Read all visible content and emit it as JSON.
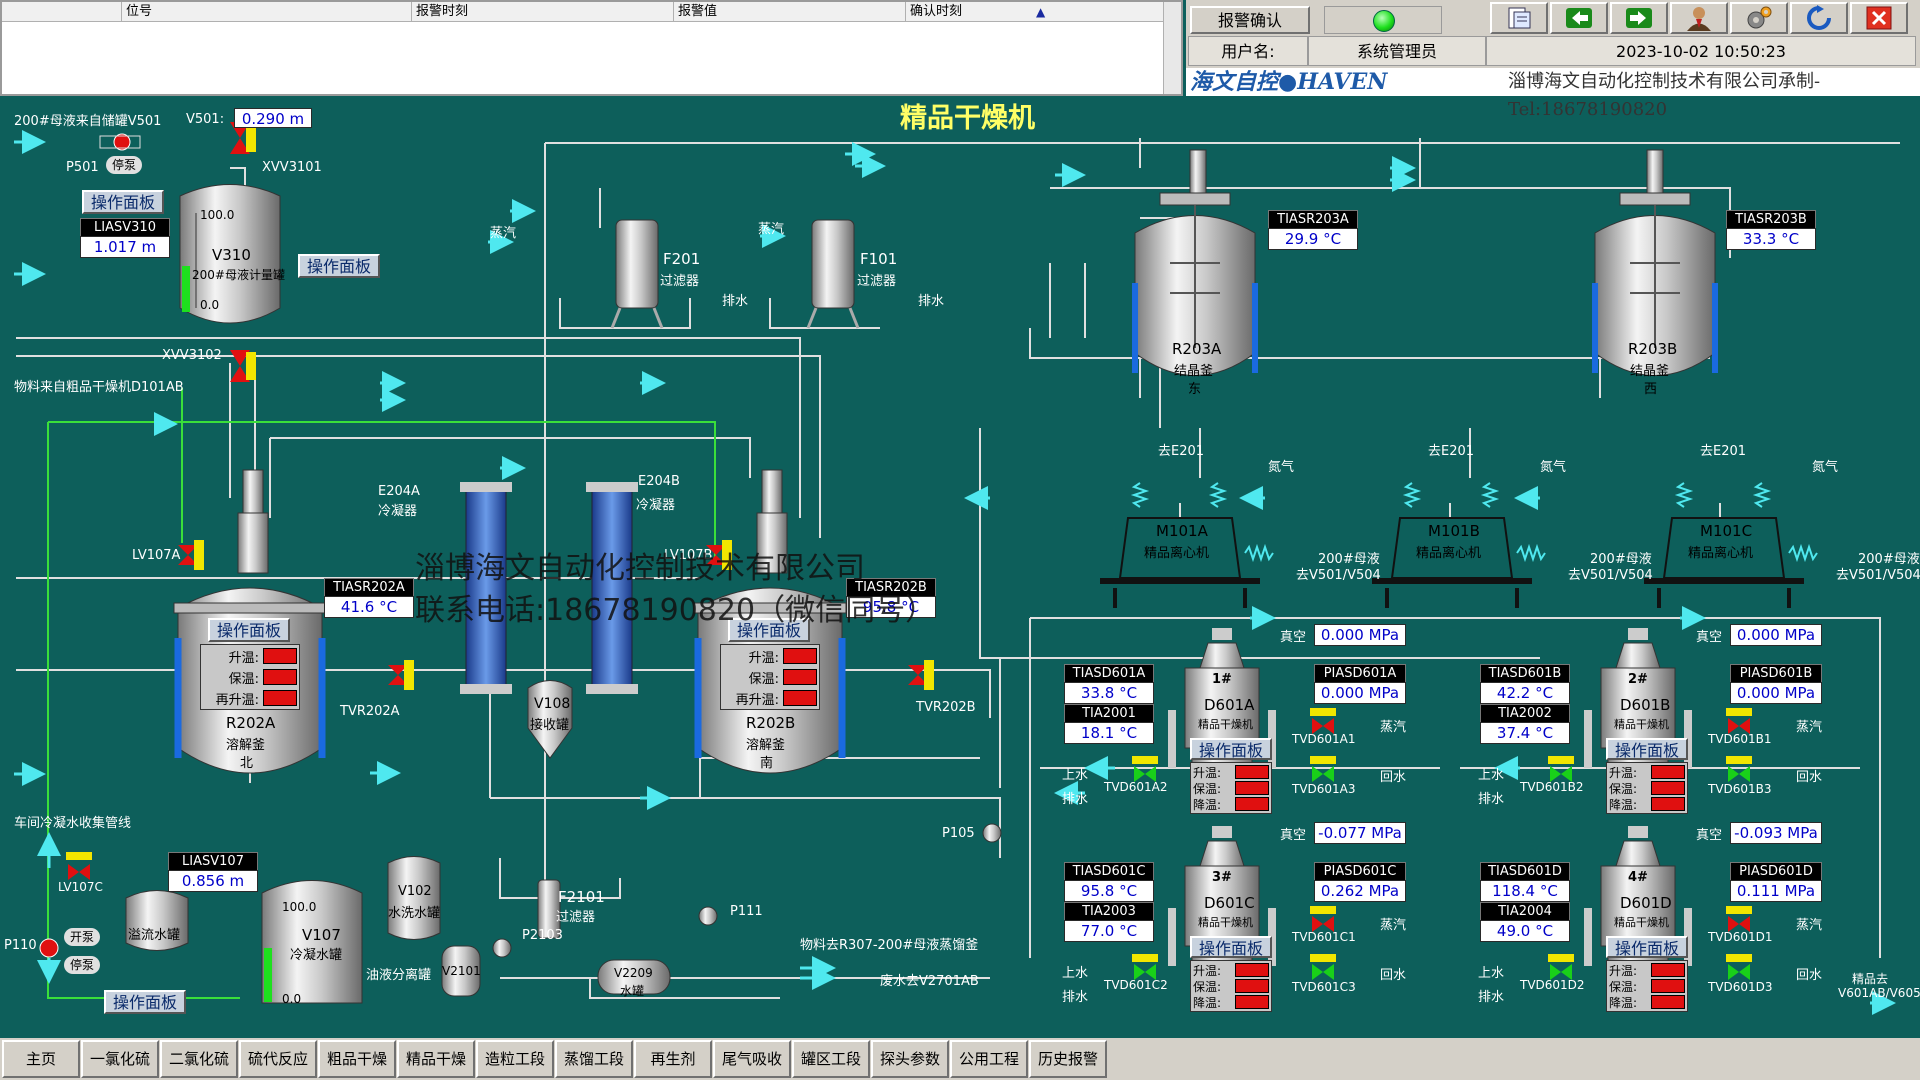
{
  "alarm_table": {
    "columns": [
      "位号",
      "报警时刻",
      "报警值",
      "确认时刻"
    ]
  },
  "top_panel": {
    "ack_button": "报警确认",
    "username_label": "用户名:",
    "username_value": "系统管理员",
    "datetime": "2023-10-02  10:50:23",
    "brand_logo": "海文自控●HAVEN",
    "brand_text": "淄博海文自动化控制技术有限公司承制-Tel:18678190820",
    "icons": [
      "document-icon",
      "arrow-left-icon",
      "arrow-right-icon",
      "user-icon",
      "settings-icon",
      "refresh-icon",
      "close-icon"
    ]
  },
  "page_title": "精品干燥机",
  "watermark": {
    "line1": "淄博海文自动化控制技术有限公司",
    "line2": "联系电话:18678190820（微信同号）"
  },
  "op_panel_label": "操作面板",
  "heat_labels": {
    "heat": "升温:",
    "hold": "保温:",
    "reheat": "再升温:",
    "cool": "降温:"
  },
  "labels": {
    "from_v501": "200#母液来自储罐V501",
    "v501_label": "V501:",
    "p501": "P501",
    "stop_pump": "停泵",
    "start_pump": "开泵",
    "xvv3101": "XVV3101",
    "xvv3102": "XVV3102",
    "material_from": "物料来自粗品干燥机D101AB",
    "steam": "蒸汽",
    "drain": "排水",
    "drain_v": "排\n水",
    "condensate_line": "车间冷凝水收集管线",
    "lv107c": "LV107C",
    "p110": "P110",
    "p111": "P111",
    "p105": "P105",
    "p2103": "P2103",
    "lv107a": "LV107A",
    "lv107b": "LV107B",
    "tvr202a": "TVR202A",
    "tvr202b": "TVR202B",
    "to_e201": "去E201",
    "nitrogen": "氮气",
    "to_v501_v504_1": "200#母液",
    "to_v501_v504_2": "去V501/V504",
    "vacuum": "真空",
    "return_water": "回水",
    "supply_water": "上水",
    "material_to_r307": "物料去R307-200#母液蒸馏釜",
    "waste_to_v2701": "废水去V2701AB",
    "product_to_1": "精品去",
    "product_to_2": "V601AB/V605",
    "oil_sep": "油液分离罐",
    "overflow_tank": "溢流水罐"
  },
  "equipment": {
    "v310": {
      "name": "V310",
      "desc": "200#母液计量罐",
      "scale_top": "100.0",
      "scale_bottom": "0.0",
      "level_pct": 45
    },
    "v107": {
      "name": "V107",
      "desc": "冷凝水罐",
      "scale_top": "100.0",
      "scale_bottom": "0.0",
      "level_pct": 55
    },
    "v102": {
      "name": "V102",
      "desc": "水洗水罐"
    },
    "v108": {
      "name": "V108",
      "desc": "接收罐"
    },
    "v2101": {
      "name": "V2101"
    },
    "v2209": {
      "name": "V2209",
      "desc": "水罐"
    },
    "f201": {
      "name": "F201",
      "desc": "过滤器"
    },
    "f101": {
      "name": "F101",
      "desc": "过滤器"
    },
    "f2101": {
      "name": "F2101",
      "desc": "过滤器"
    },
    "e204a": {
      "name": "E204A",
      "desc": "冷凝器"
    },
    "e204b": {
      "name": "E204B",
      "desc": "冷凝器"
    },
    "r202a": {
      "name": "R202A",
      "desc": "溶解釜",
      "pos": "北"
    },
    "r202b": {
      "name": "R202B",
      "desc": "溶解釜",
      "pos": "南"
    },
    "r203a": {
      "name": "R203A",
      "desc": "结晶釜",
      "pos": "东"
    },
    "r203b": {
      "name": "R203B",
      "desc": "结晶釜",
      "pos": "西"
    },
    "m101a": {
      "name": "M101A",
      "desc": "精品离心机"
    },
    "m101b": {
      "name": "M101B",
      "desc": "精品离心机"
    },
    "m101c": {
      "name": "M101C",
      "desc": "精品离心机"
    },
    "d601a": {
      "name": "D601A",
      "num": "1#",
      "desc": "精品干燥机"
    },
    "d601b": {
      "name": "D601B",
      "num": "2#",
      "desc": "精品干燥机"
    },
    "d601c": {
      "name": "D601C",
      "num": "3#",
      "desc": "精品干燥机"
    },
    "d601d": {
      "name": "D601D",
      "num": "4#",
      "desc": "精品干燥机"
    }
  },
  "instruments": {
    "v501": {
      "value": "0.290 m"
    },
    "liasv310": {
      "tag": "LIASV310",
      "value": "1.017 m"
    },
    "liasv107": {
      "tag": "LIASV107",
      "value": "0.856 m"
    },
    "tiasr202a": {
      "tag": "TIASR202A",
      "value": "41.6 °C"
    },
    "tiasr202b": {
      "tag": "TIASR202B",
      "value": "95.8 °C"
    },
    "tiasr203a": {
      "tag": "TIASR203A",
      "value": "29.9 °C"
    },
    "tiasr203b": {
      "tag": "TIASR203B",
      "value": "33.3 °C"
    },
    "tiasd601a": {
      "tag": "TIASD601A",
      "value": "33.8 °C"
    },
    "tia2001": {
      "tag": "TIA2001",
      "value": "18.1 °C"
    },
    "piasd601a": {
      "tag": "PIASD601A",
      "value": "0.000 MPa",
      "vac": "0.000 MPa"
    },
    "tiasd601b": {
      "tag": "TIASD601B",
      "value": "42.2 °C"
    },
    "tia2002": {
      "tag": "TIA2002",
      "value": "37.4 °C"
    },
    "piasd601b": {
      "tag": "PIASD601B",
      "value": "0.000 MPa",
      "vac": "0.000 MPa"
    },
    "tiasd601c": {
      "tag": "TIASD601C",
      "value": "95.8 °C"
    },
    "tia2003": {
      "tag": "TIA2003",
      "value": "77.0 °C"
    },
    "piasd601c": {
      "tag": "PIASD601C",
      "value": "0.262 MPa",
      "vac": "-0.077 MPa"
    },
    "tiasd601d": {
      "tag": "TIASD601D",
      "value": "118.4 °C"
    },
    "tia2004": {
      "tag": "TIA2004",
      "value": "49.0 °C"
    },
    "piasd601d": {
      "tag": "PIASD601D",
      "value": "0.111 MPa",
      "vac": "-0.093 MPa"
    }
  },
  "valves": {
    "d601a": [
      "TVD601A1",
      "TVD601A2",
      "TVD601A3"
    ],
    "d601b": [
      "TVD601B1",
      "TVD601B2",
      "TVD601B3"
    ],
    "d601c": [
      "TVD601C1",
      "TVD601C2",
      "TVD601C3"
    ],
    "d601d": [
      "TVD601D1",
      "TVD601D2",
      "TVD601D3"
    ]
  },
  "nav": [
    "主页",
    "一氯化硫",
    "二氯化硫",
    "硫代反应",
    "粗品干燥",
    "精品干燥",
    "造粒工段",
    "蒸馏工段",
    "再生剂",
    "尾气吸收",
    "罐区工段",
    "探头参数",
    "公用工程",
    "历史报警"
  ],
  "colors": {
    "background": "#0d5f5b",
    "pipe_cyan": "#4fe8ef",
    "pipe_white": "#e8e8e8",
    "pipe_green": "#3adf3a",
    "valve_red": "#e01010",
    "valve_yellow": "#f2e600",
    "valve_green": "#19d019",
    "title_yellow": "#ffff66",
    "led_green": "#1ee01e"
  }
}
